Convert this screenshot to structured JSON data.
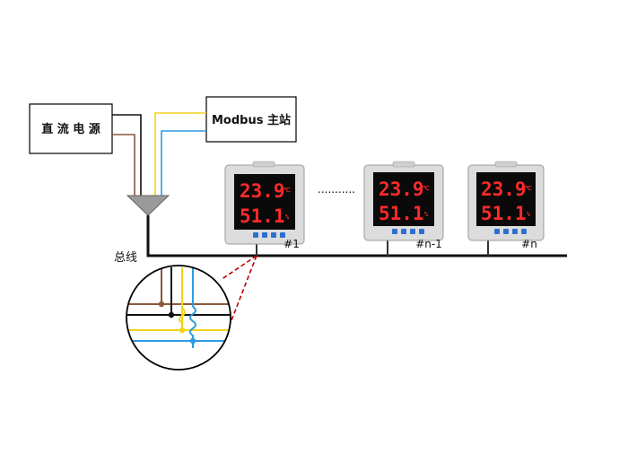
{
  "power_box": {
    "label": "直 流 电 源"
  },
  "master_box": {
    "label": "Modbus 主站"
  },
  "bus_label": "总线",
  "ellipsis": "...........",
  "devices": [
    {
      "tag": "#1",
      "temp": "23.9",
      "temp_unit": "℃",
      "hum": "51.1",
      "hum_unit": "%"
    },
    {
      "tag": "#n-1",
      "temp": "23.9",
      "temp_unit": "℃",
      "hum": "51.1",
      "hum_unit": "%"
    },
    {
      "tag": "#n",
      "temp": "23.9",
      "temp_unit": "℃",
      "hum": "51.1",
      "hum_unit": "%"
    }
  ],
  "colors": {
    "brown": "#8b5a3c",
    "black": "#111111",
    "yellow": "#f2d21b",
    "blue": "#2f9be0",
    "red_dashed": "#c00000",
    "display_red": "#ff2a2a"
  }
}
